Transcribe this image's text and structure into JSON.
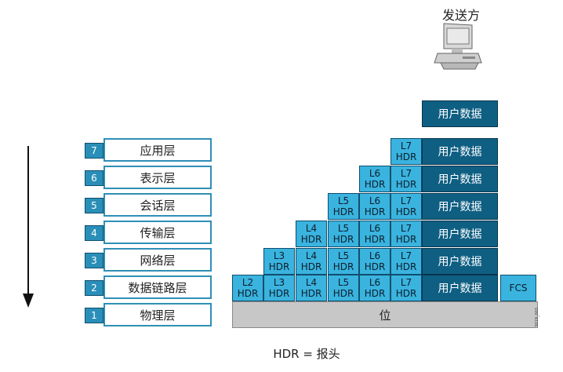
{
  "sender": {
    "label": "发送方"
  },
  "layers": [
    {
      "num": "7",
      "name": "应用层"
    },
    {
      "num": "6",
      "name": "表示层"
    },
    {
      "num": "5",
      "name": "会话层"
    },
    {
      "num": "4",
      "name": "传输层"
    },
    {
      "num": "3",
      "name": "网络层"
    },
    {
      "num": "2",
      "name": "数据链路层"
    },
    {
      "num": "1",
      "name": "物理层"
    }
  ],
  "headers": {
    "L7": {
      "top": "L7",
      "bottom": "HDR"
    },
    "L6": {
      "top": "L6",
      "bottom": "HDR"
    },
    "L5": {
      "top": "L5",
      "bottom": "HDR"
    },
    "L4": {
      "top": "L4",
      "bottom": "HDR"
    },
    "L3": {
      "top": "L3",
      "bottom": "HDR"
    },
    "L2": {
      "top": "L2",
      "bottom": "HDR"
    }
  },
  "user_data": "用户数据",
  "fcs": "FCS",
  "bits": "位",
  "caption": "HDR = 报头",
  "figure_code": "3019_003"
}
